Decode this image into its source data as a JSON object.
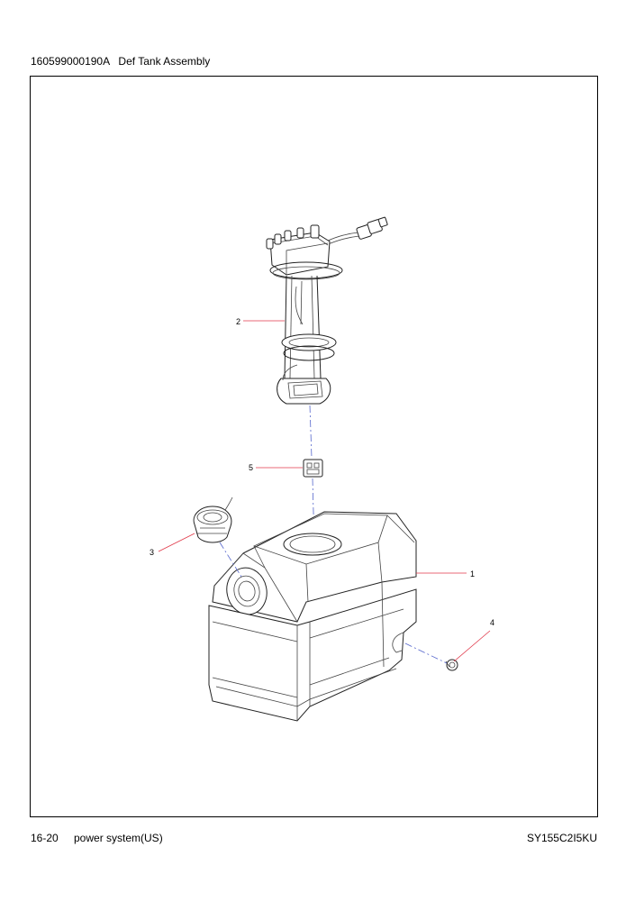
{
  "header": {
    "title": "160599000190A   Def Tank Assembly"
  },
  "footer": {
    "page": "16-20",
    "section": "power system(US)",
    "model": "SY155C2I5KU"
  },
  "diagram": {
    "callouts": [
      {
        "id": "1",
        "label": "1"
      },
      {
        "id": "2",
        "label": "2"
      },
      {
        "id": "3",
        "label": "3"
      },
      {
        "id": "4",
        "label": "4"
      },
      {
        "id": "5",
        "label": "5"
      }
    ],
    "colors": {
      "leader": "#e0394a",
      "centerline": "#5566cc",
      "outline": "#333333"
    }
  }
}
